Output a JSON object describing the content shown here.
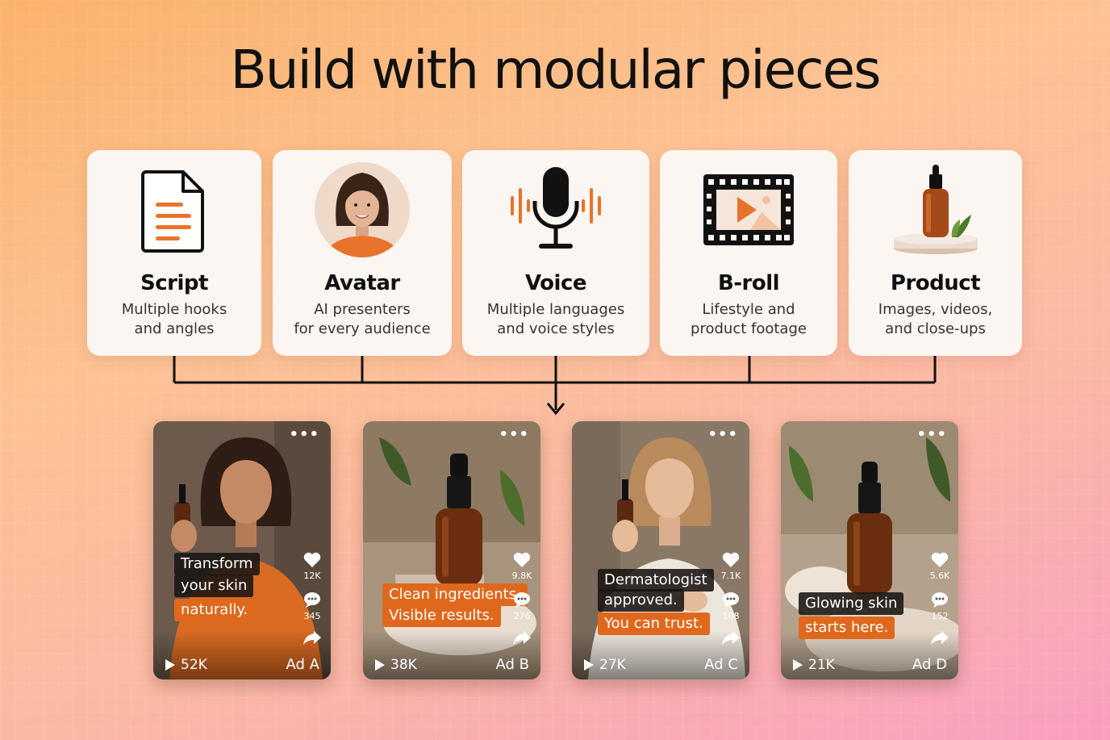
{
  "title": "Build with modular pieces",
  "colors": {
    "accent": "#e8732a",
    "card_bg": "#fcf6f2"
  },
  "cards": [
    {
      "title": "Script",
      "desc1": "Multiple hooks",
      "desc2": "and angles",
      "icon": "document-icon"
    },
    {
      "title": "Avatar",
      "desc1": "AI presenters",
      "desc2": "for every audience",
      "icon": "avatar-icon"
    },
    {
      "title": "Voice",
      "desc1": "Multiple languages",
      "desc2": "and voice styles",
      "icon": "microphone-icon"
    },
    {
      "title": "B-roll",
      "desc1": "Lifestyle and",
      "desc2": "product footage",
      "icon": "film-icon"
    },
    {
      "title": "Product",
      "desc1": "Images, videos,",
      "desc2": "and close-ups",
      "icon": "serum-bottle-icon"
    }
  ],
  "ads": [
    {
      "label": "Ad A",
      "views": "52K",
      "likes": "12K",
      "comments": "345",
      "captions": [
        "Transform",
        "your skin",
        "naturally."
      ]
    },
    {
      "label": "Ad B",
      "views": "38K",
      "likes": "9.8K",
      "comments": "276",
      "captions": [
        "Clean ingredients.",
        "Visible results."
      ]
    },
    {
      "label": "Ad C",
      "views": "27K",
      "likes": "7.1K",
      "comments": "198",
      "captions": [
        "Dermatologist",
        "approved.",
        "You can trust."
      ]
    },
    {
      "label": "Ad D",
      "views": "21K",
      "likes": "5.6K",
      "comments": "152",
      "captions": [
        "Glowing skin",
        "starts here."
      ]
    }
  ]
}
